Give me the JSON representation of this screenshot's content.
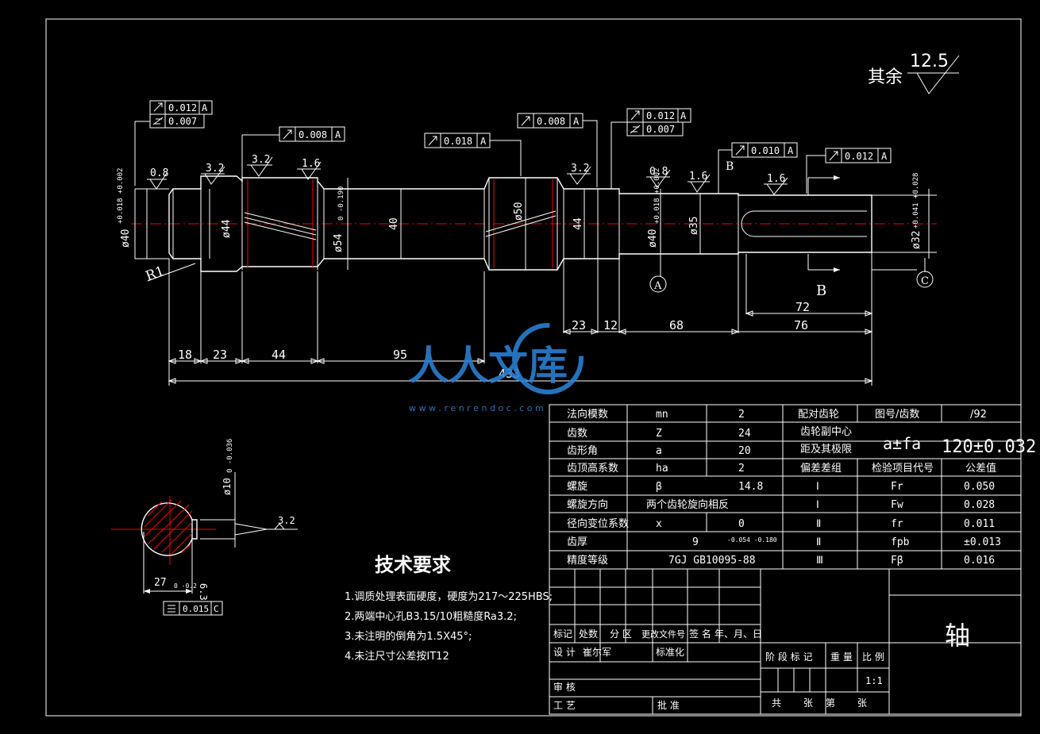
{
  "roughness_rest": {
    "label": "其余",
    "value": "12.5"
  },
  "tolerance_frames": [
    {
      "value": "0.012",
      "datum": "A"
    },
    {
      "value": "0.007",
      "datum": ""
    },
    {
      "value": "0.008",
      "datum": "A"
    },
    {
      "value": "0.018",
      "datum": "A"
    },
    {
      "value": "0.008",
      "datum": "A"
    },
    {
      "value": "0.012",
      "datum": "A"
    },
    {
      "value": "0.007",
      "datum": ""
    },
    {
      "value": "0.010",
      "datum": "A"
    },
    {
      "value": "0.012",
      "datum": "A"
    }
  ],
  "roughness_marks": [
    "0.8",
    "3.2",
    "3.2",
    "1.6",
    "3.2",
    "0.8",
    "1.6",
    "1.6"
  ],
  "diameters": {
    "d40_left": "ø40",
    "d40_left_tol": "+0.018 +0.002",
    "d44_left": "ø44",
    "d54": "ø54",
    "d54_tol": "0 -0.190",
    "d40_mid": "40",
    "d50": "ø50",
    "d44_right": "44",
    "d40_right": "ø40",
    "d40_right_tol": "+0.018 +0.002",
    "d35": "ø35",
    "d32": "ø32",
    "d32_tol": "+0.041 +0.028"
  },
  "labels": {
    "r1": "R1",
    "datum_a": "A",
    "datum_c": "C",
    "datum_b": "B",
    "datum_b_top": "B"
  },
  "lengths": [
    "18",
    "23",
    "44",
    "95",
    "23",
    "12",
    "68",
    "72",
    "76",
    "433"
  ],
  "section": {
    "dia": "ø10",
    "dia_tol": "0 -0.036",
    "rough": "3.2",
    "width": "27",
    "width_tol": "0 -0.2",
    "depth": "6.3",
    "sym_value": "0.015",
    "sym_datum": "C"
  },
  "tech": {
    "title": "技术要求",
    "items": [
      "1.调质处理表面硬度，硬度为217～225HBS;",
      "2.两端中心孔B3.15/10粗糙度Ra3.2;",
      "3.未注明的倒角为1.5X45°;",
      "4.未注尺寸公差按IT12"
    ]
  },
  "gear_table": {
    "rows": [
      [
        "法向模数",
        "mn",
        "2"
      ],
      [
        "齿数",
        "Z",
        "24"
      ],
      [
        "齿形角",
        "a",
        "20"
      ],
      [
        "齿顶高系数",
        "ha",
        "2"
      ],
      [
        "螺旋",
        "β",
        "14.8"
      ],
      [
        "螺旋方向",
        "",
        "两个齿轮旋向相反"
      ],
      [
        "径向变位系数",
        "x",
        "0"
      ],
      [
        "齿厚",
        "",
        "9"
      ],
      [
        "精度等级",
        "",
        "7GJ GB10095-88"
      ]
    ],
    "thickness_tol": "-0.054 -0.180",
    "mating_label": "配对齿轮",
    "drawing_no_label": "图号/齿数",
    "drawing_no_value": "/92",
    "center_label_1": "齿轮副中心",
    "center_label_2": "距及其极限",
    "center_sym": "a±fa",
    "center_value": "120±0.032",
    "dev_header": [
      "偏差差组",
      "检验项目代号",
      "公差值"
    ],
    "dev_rows": [
      [
        "Ⅰ",
        "Fr",
        "0.050"
      ],
      [
        "Ⅰ",
        "Fw",
        "0.028"
      ],
      [
        "Ⅱ",
        "fr",
        "0.011"
      ],
      [
        "Ⅱ",
        "fpb",
        "±0.013"
      ],
      [
        "Ⅲ",
        "Fβ",
        "0.016"
      ]
    ]
  },
  "title_block": {
    "part_name": "轴",
    "header": [
      "标记",
      "处数",
      "分 区",
      "更改文件号",
      "签 名",
      "年、月、日"
    ],
    "design": "设 计",
    "designer": "崔尔军",
    "standard": "标准化",
    "stage": "阶 段 标 记",
    "weight": "重 量",
    "scale_label": "比 例",
    "scale": "1:1",
    "review": "审 核",
    "process": "工 艺",
    "approve": "批 准",
    "total": "共",
    "sheets": "张",
    "sheet_no": "第",
    "sheet": "张"
  },
  "watermark": {
    "text": "人人文库",
    "url": "w w w . r e n r e n d o c . c o m"
  }
}
